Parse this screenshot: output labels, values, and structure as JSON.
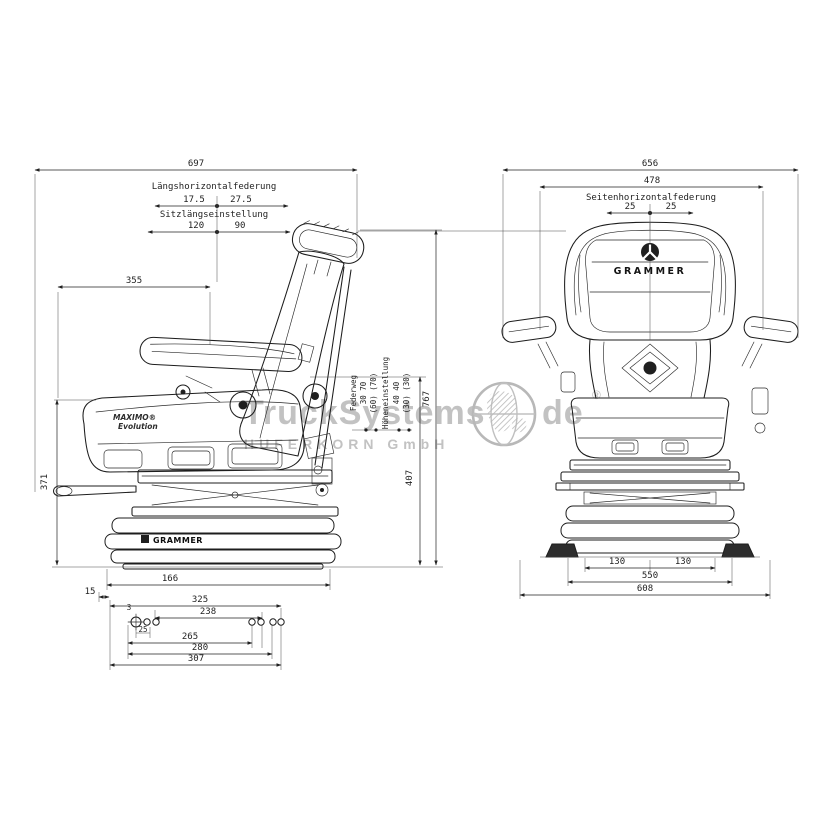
{
  "watermark": {
    "part1": "TruckSystems",
    "part2": "de",
    "reg": "®",
    "subtitle": "HUFERKORN GmbH"
  },
  "left_view": {
    "d697": "697",
    "laengs_label": "Längshorizontalfederung",
    "laengs_v1": "17.5",
    "laengs_v2": "27.5",
    "sitz_label": "Sitzlängseinstellung",
    "sitz_v1": "120",
    "sitz_v2": "90",
    "d355": "355",
    "d371": "371",
    "d767": "767",
    "d407": "407",
    "federweg_label": "Federweg",
    "federweg_vals": "30  70",
    "federweg_paren": "(60) (70)",
    "hoehe_label": "Höheneinstellung",
    "hoehe_vals": "40  40",
    "hoehe_paren": "(30) (30)",
    "d166": "166",
    "d15": "15",
    "d3": "3",
    "d25": "25",
    "d325": "325",
    "d238": "238",
    "d265": "265",
    "d280": "280",
    "d307": "307",
    "seat_logo1": "MAXIMO®",
    "seat_logo2": "Evolution",
    "bellows_logo": "GRAMMER"
  },
  "right_view": {
    "d656": "656",
    "d478": "478",
    "seiten_label": "Seitenhorizontalfederung",
    "seiten_v1": "25",
    "seiten_v2": "25",
    "d130a": "130",
    "d130b": "130",
    "d550": "550",
    "d608": "608",
    "backrest_logo": "GRAMMER"
  },
  "colors": {
    "line": "#1d1d1d",
    "dimension_text": "#1f1f1f",
    "watermark": "#c2c2c2",
    "background": "#ffffff"
  }
}
